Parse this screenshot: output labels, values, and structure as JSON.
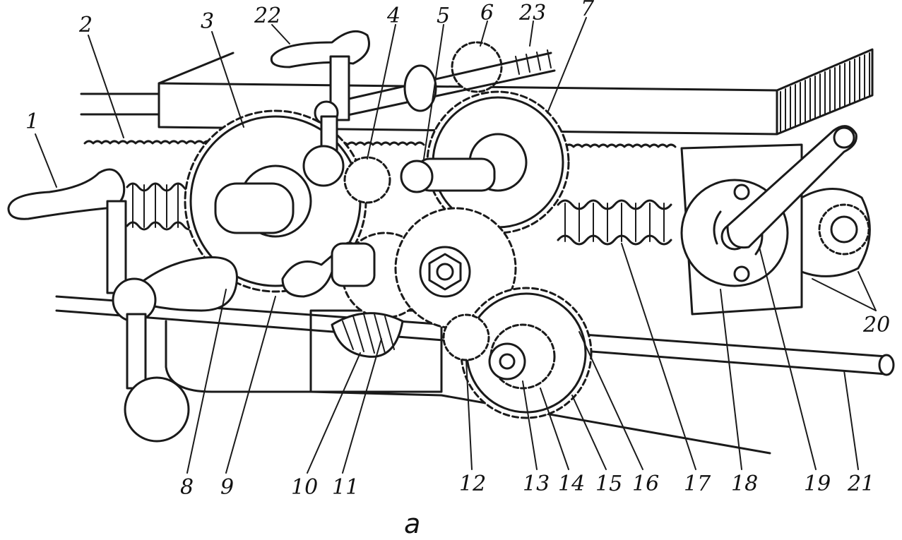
{
  "figure": {
    "caption": "a",
    "callouts": [
      "1",
      "2",
      "3",
      "22",
      "4",
      "5",
      "6",
      "23",
      "7",
      "8",
      "9",
      "10",
      "11",
      "12",
      "13",
      "14",
      "15",
      "16",
      "17",
      "18",
      "19",
      "20",
      "21"
    ]
  }
}
